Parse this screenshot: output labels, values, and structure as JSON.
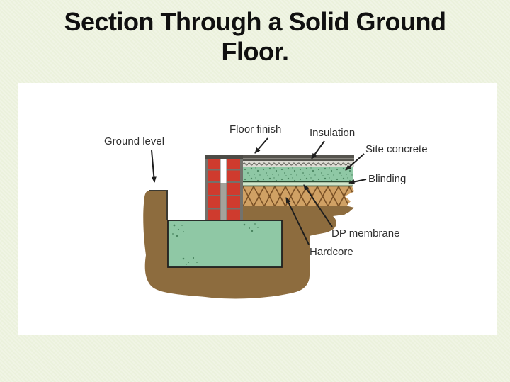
{
  "slide": {
    "title": "Section Through a Solid Ground Floor."
  },
  "diagram": {
    "labels": {
      "ground_level": "Ground level",
      "floor_finish": "Floor finish",
      "insulation": "Insulation",
      "site_concrete": "Site concrete",
      "blinding": "Blinding",
      "dp_membrane": "DP membrane",
      "hardcore": "Hardcore"
    },
    "colors": {
      "background": "#ebf1dc",
      "panel": "#ffffff",
      "title_text": "#101010",
      "label_text": "#2e2e2e",
      "brick": "#cf3b2e",
      "mortar": "#73726c",
      "wall_cap": "#4c4b46",
      "cavity_fill": "#a3a29b",
      "floor_finish": "#56544e",
      "insulation": "#dcdbd3",
      "insulation_wave": "#6b6a62",
      "concrete_green": "#8fc8a5",
      "speckle": "#3f7a55",
      "blinding": "#cfe4c8",
      "blinding_edge": "#2c4a32",
      "hardcore": "#d0a164",
      "hardcore_line": "#7a5126",
      "ground": "#8d6c3e",
      "outline": "#1e1e1e"
    }
  }
}
